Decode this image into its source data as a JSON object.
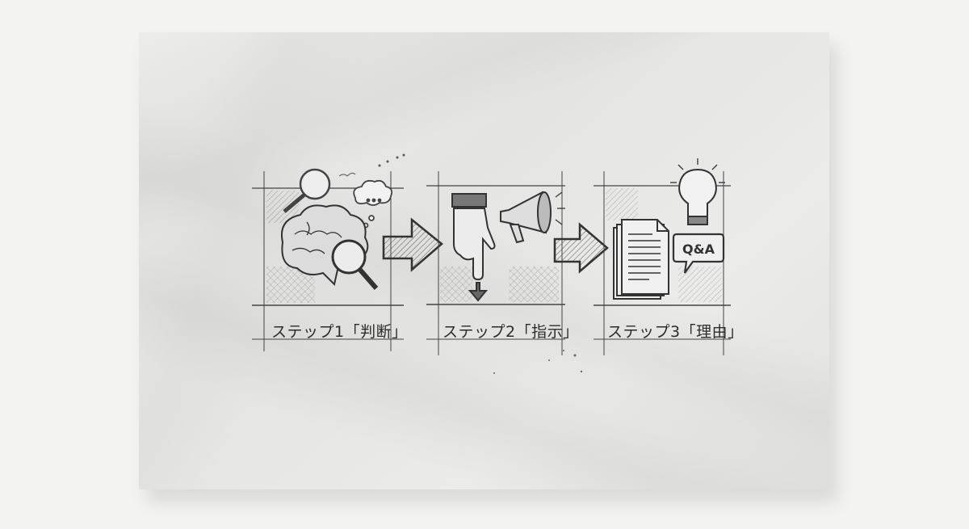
{
  "diagram": {
    "type": "process-flow",
    "medium": "pencil sketch on crumpled paper",
    "steps": [
      {
        "number": 1,
        "label": "ステップ1「判断」",
        "icons": [
          "brain-icon",
          "magnifying-glass-icon",
          "thought-bubble-icon"
        ]
      },
      {
        "number": 2,
        "label": "ステップ2「指示」",
        "icons": [
          "pointing-hand-icon",
          "down-arrow-icon",
          "megaphone-icon"
        ]
      },
      {
        "number": 3,
        "label": "ステップ3「理由」",
        "icons": [
          "documents-icon",
          "lightbulb-icon",
          "qa-speech-bubble-icon"
        ]
      }
    ],
    "connectors": [
      "arrow-1-to-2",
      "arrow-2-to-3"
    ],
    "qa_text": "Q&A",
    "colors": {
      "background": "#f3f3f2",
      "paper": "#e8e8e6",
      "ink": "#2c2c2c"
    }
  }
}
